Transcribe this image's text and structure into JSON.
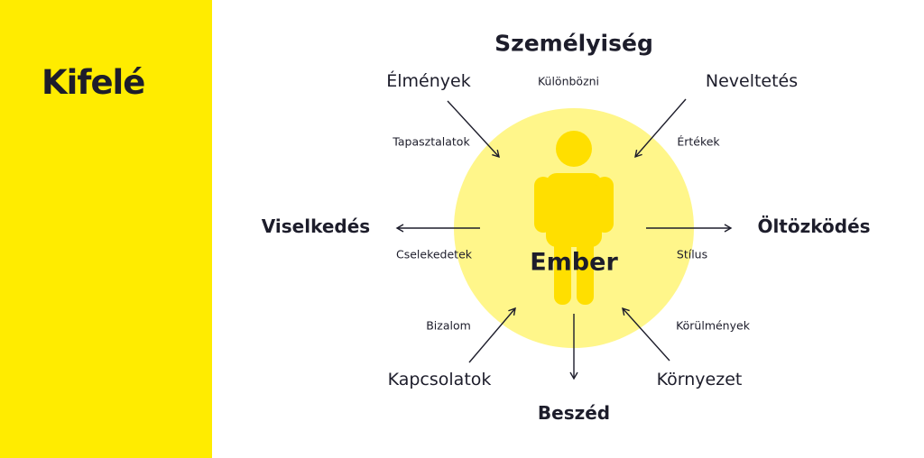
{
  "panel": {
    "title": "Kifelé",
    "color": "#ffec00"
  },
  "center": {
    "label": "Ember",
    "circle_color": "#fff68a",
    "figure_color": "#ffdf00"
  },
  "outer_labels": {
    "top": "Személyiség",
    "top_left": "Élmények",
    "top_right": "Neveltetés",
    "left": "Viselkedés",
    "right": "Öltözködés",
    "bottom_left": "Kapcsolatok",
    "bottom_right": "Környezet",
    "bottom": "Beszéd"
  },
  "inner_labels": {
    "top": "Különbözni",
    "top_left": "Tapasztalatok",
    "top_right": "Értékek",
    "left": "Cselekedetek",
    "right": "Stílus",
    "bottom_left": "Bizalom",
    "bottom_right": "Körülmények"
  }
}
